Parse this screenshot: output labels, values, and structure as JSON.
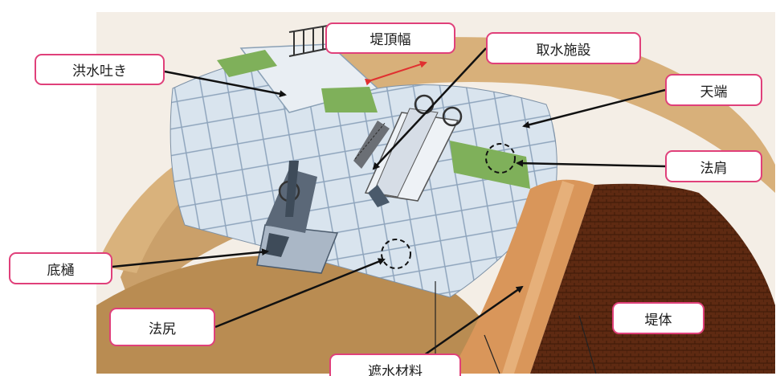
{
  "labels": {
    "spillway": "洪水吐き",
    "crest_width": "堤頂幅",
    "intake": "取水施設",
    "crest": "天端",
    "shoulder": "法肩",
    "bottom_outlet": "底樋",
    "toe": "法尻",
    "impervious": "遮水材料",
    "embankment": "堤体"
  },
  "colors": {
    "label_border": "#e0407a",
    "arrow": "#111111",
    "crest_width_arrow": "#e03030"
  }
}
